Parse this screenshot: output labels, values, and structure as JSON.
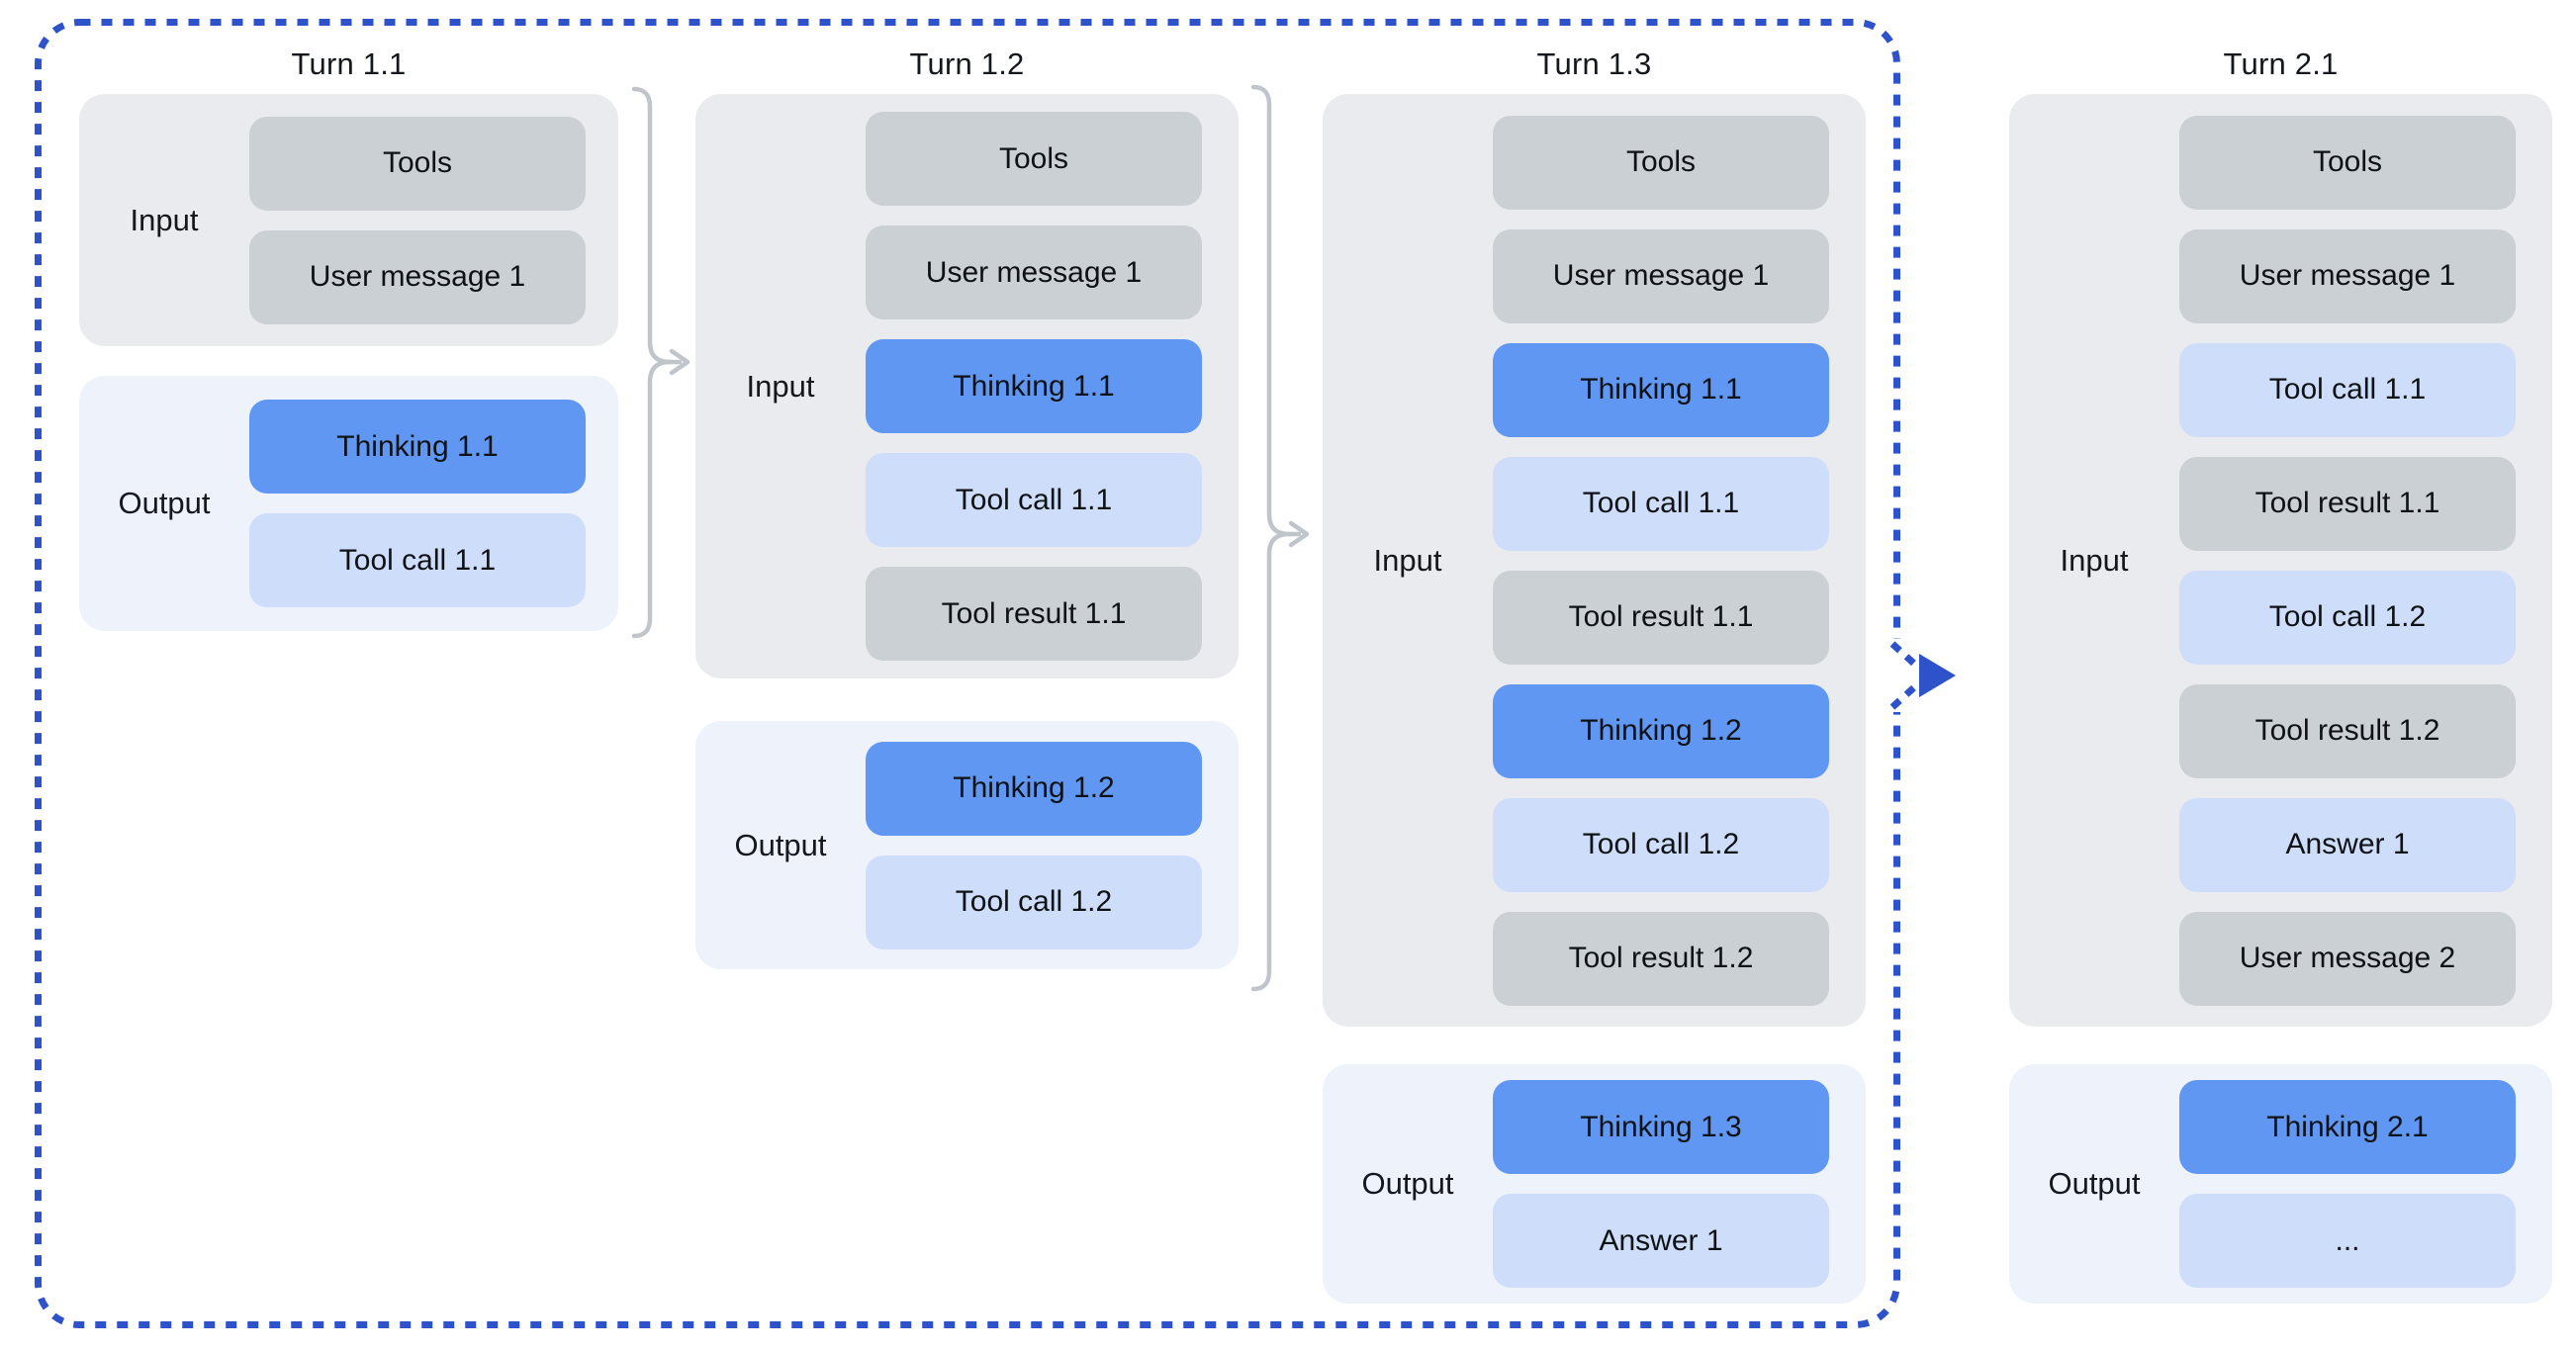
{
  "diagram": {
    "description_labels": {
      "input_label": "Input",
      "output_label": "Output"
    }
  },
  "colors": {
    "background": "#FFFFFF",
    "dashed_boundary": "#2E52C9",
    "next_turn_arrow": "#2E52C9",
    "input_container_bg": "#E9EBEE",
    "output_container_bg": "#EDF2FB",
    "pill_gray_bg": "#CBD0D5",
    "pill_thinking_blue_bg": "#6097F3",
    "pill_light_blue_bg": "#CEDDFA",
    "bracket_gray": "#C0C5CB",
    "text": "#0F1215"
  },
  "icons": [
    {
      "name": "carryover-bracket-arrow-icon",
      "meaning": "previous turn context carried into next request"
    },
    {
      "name": "next-turn-arrow-icon",
      "meaning": "conversation continues to next user turn"
    }
  ],
  "turns": [
    {
      "title": "Turn 1.1",
      "input": {
        "label": "Input",
        "pills": [
          {
            "label": "Tools",
            "type": "tools"
          },
          {
            "label": "User message 1",
            "type": "user-message"
          }
        ]
      },
      "output": {
        "label": "Output",
        "pills": [
          {
            "label": "Thinking 1.1",
            "type": "thinking"
          },
          {
            "label": "Tool call 1.1",
            "type": "tool-call"
          }
        ]
      }
    },
    {
      "title": "Turn 1.2",
      "input": {
        "label": "Input",
        "pills": [
          {
            "label": "Tools",
            "type": "tools"
          },
          {
            "label": "User message 1",
            "type": "user-message"
          },
          {
            "label": "Thinking 1.1",
            "type": "thinking"
          },
          {
            "label": "Tool call 1.1",
            "type": "tool-call"
          },
          {
            "label": "Tool result 1.1",
            "type": "tool-result"
          }
        ]
      },
      "output": {
        "label": "Output",
        "pills": [
          {
            "label": "Thinking 1.2",
            "type": "thinking"
          },
          {
            "label": "Tool call 1.2",
            "type": "tool-call"
          }
        ]
      }
    },
    {
      "title": "Turn 1.3",
      "input": {
        "label": "Input",
        "pills": [
          {
            "label": "Tools",
            "type": "tools"
          },
          {
            "label": "User message 1",
            "type": "user-message"
          },
          {
            "label": "Thinking 1.1",
            "type": "thinking"
          },
          {
            "label": "Tool call 1.1",
            "type": "tool-call"
          },
          {
            "label": "Tool result 1.1",
            "type": "tool-result"
          },
          {
            "label": "Thinking 1.2",
            "type": "thinking"
          },
          {
            "label": "Tool call 1.2",
            "type": "tool-call"
          },
          {
            "label": "Tool result 1.2",
            "type": "tool-result"
          }
        ]
      },
      "output": {
        "label": "Output",
        "pills": [
          {
            "label": "Thinking 1.3",
            "type": "thinking"
          },
          {
            "label": "Answer 1",
            "type": "answer"
          }
        ]
      }
    },
    {
      "title": "Turn 2.1",
      "input": {
        "label": "Input",
        "pills": [
          {
            "label": "Tools",
            "type": "tools"
          },
          {
            "label": "User message 1",
            "type": "user-message"
          },
          {
            "label": "Tool call 1.1",
            "type": "tool-call"
          },
          {
            "label": "Tool result 1.1",
            "type": "tool-result"
          },
          {
            "label": "Tool call 1.2",
            "type": "tool-call"
          },
          {
            "label": "Tool result 1.2",
            "type": "tool-result"
          },
          {
            "label": "Answer 1",
            "type": "answer"
          },
          {
            "label": "User message 2",
            "type": "user-message"
          }
        ]
      },
      "output": {
        "label": "Output",
        "pills": [
          {
            "label": "Thinking 2.1",
            "type": "thinking"
          },
          {
            "label": "...",
            "type": "ellipsis"
          }
        ]
      }
    }
  ]
}
